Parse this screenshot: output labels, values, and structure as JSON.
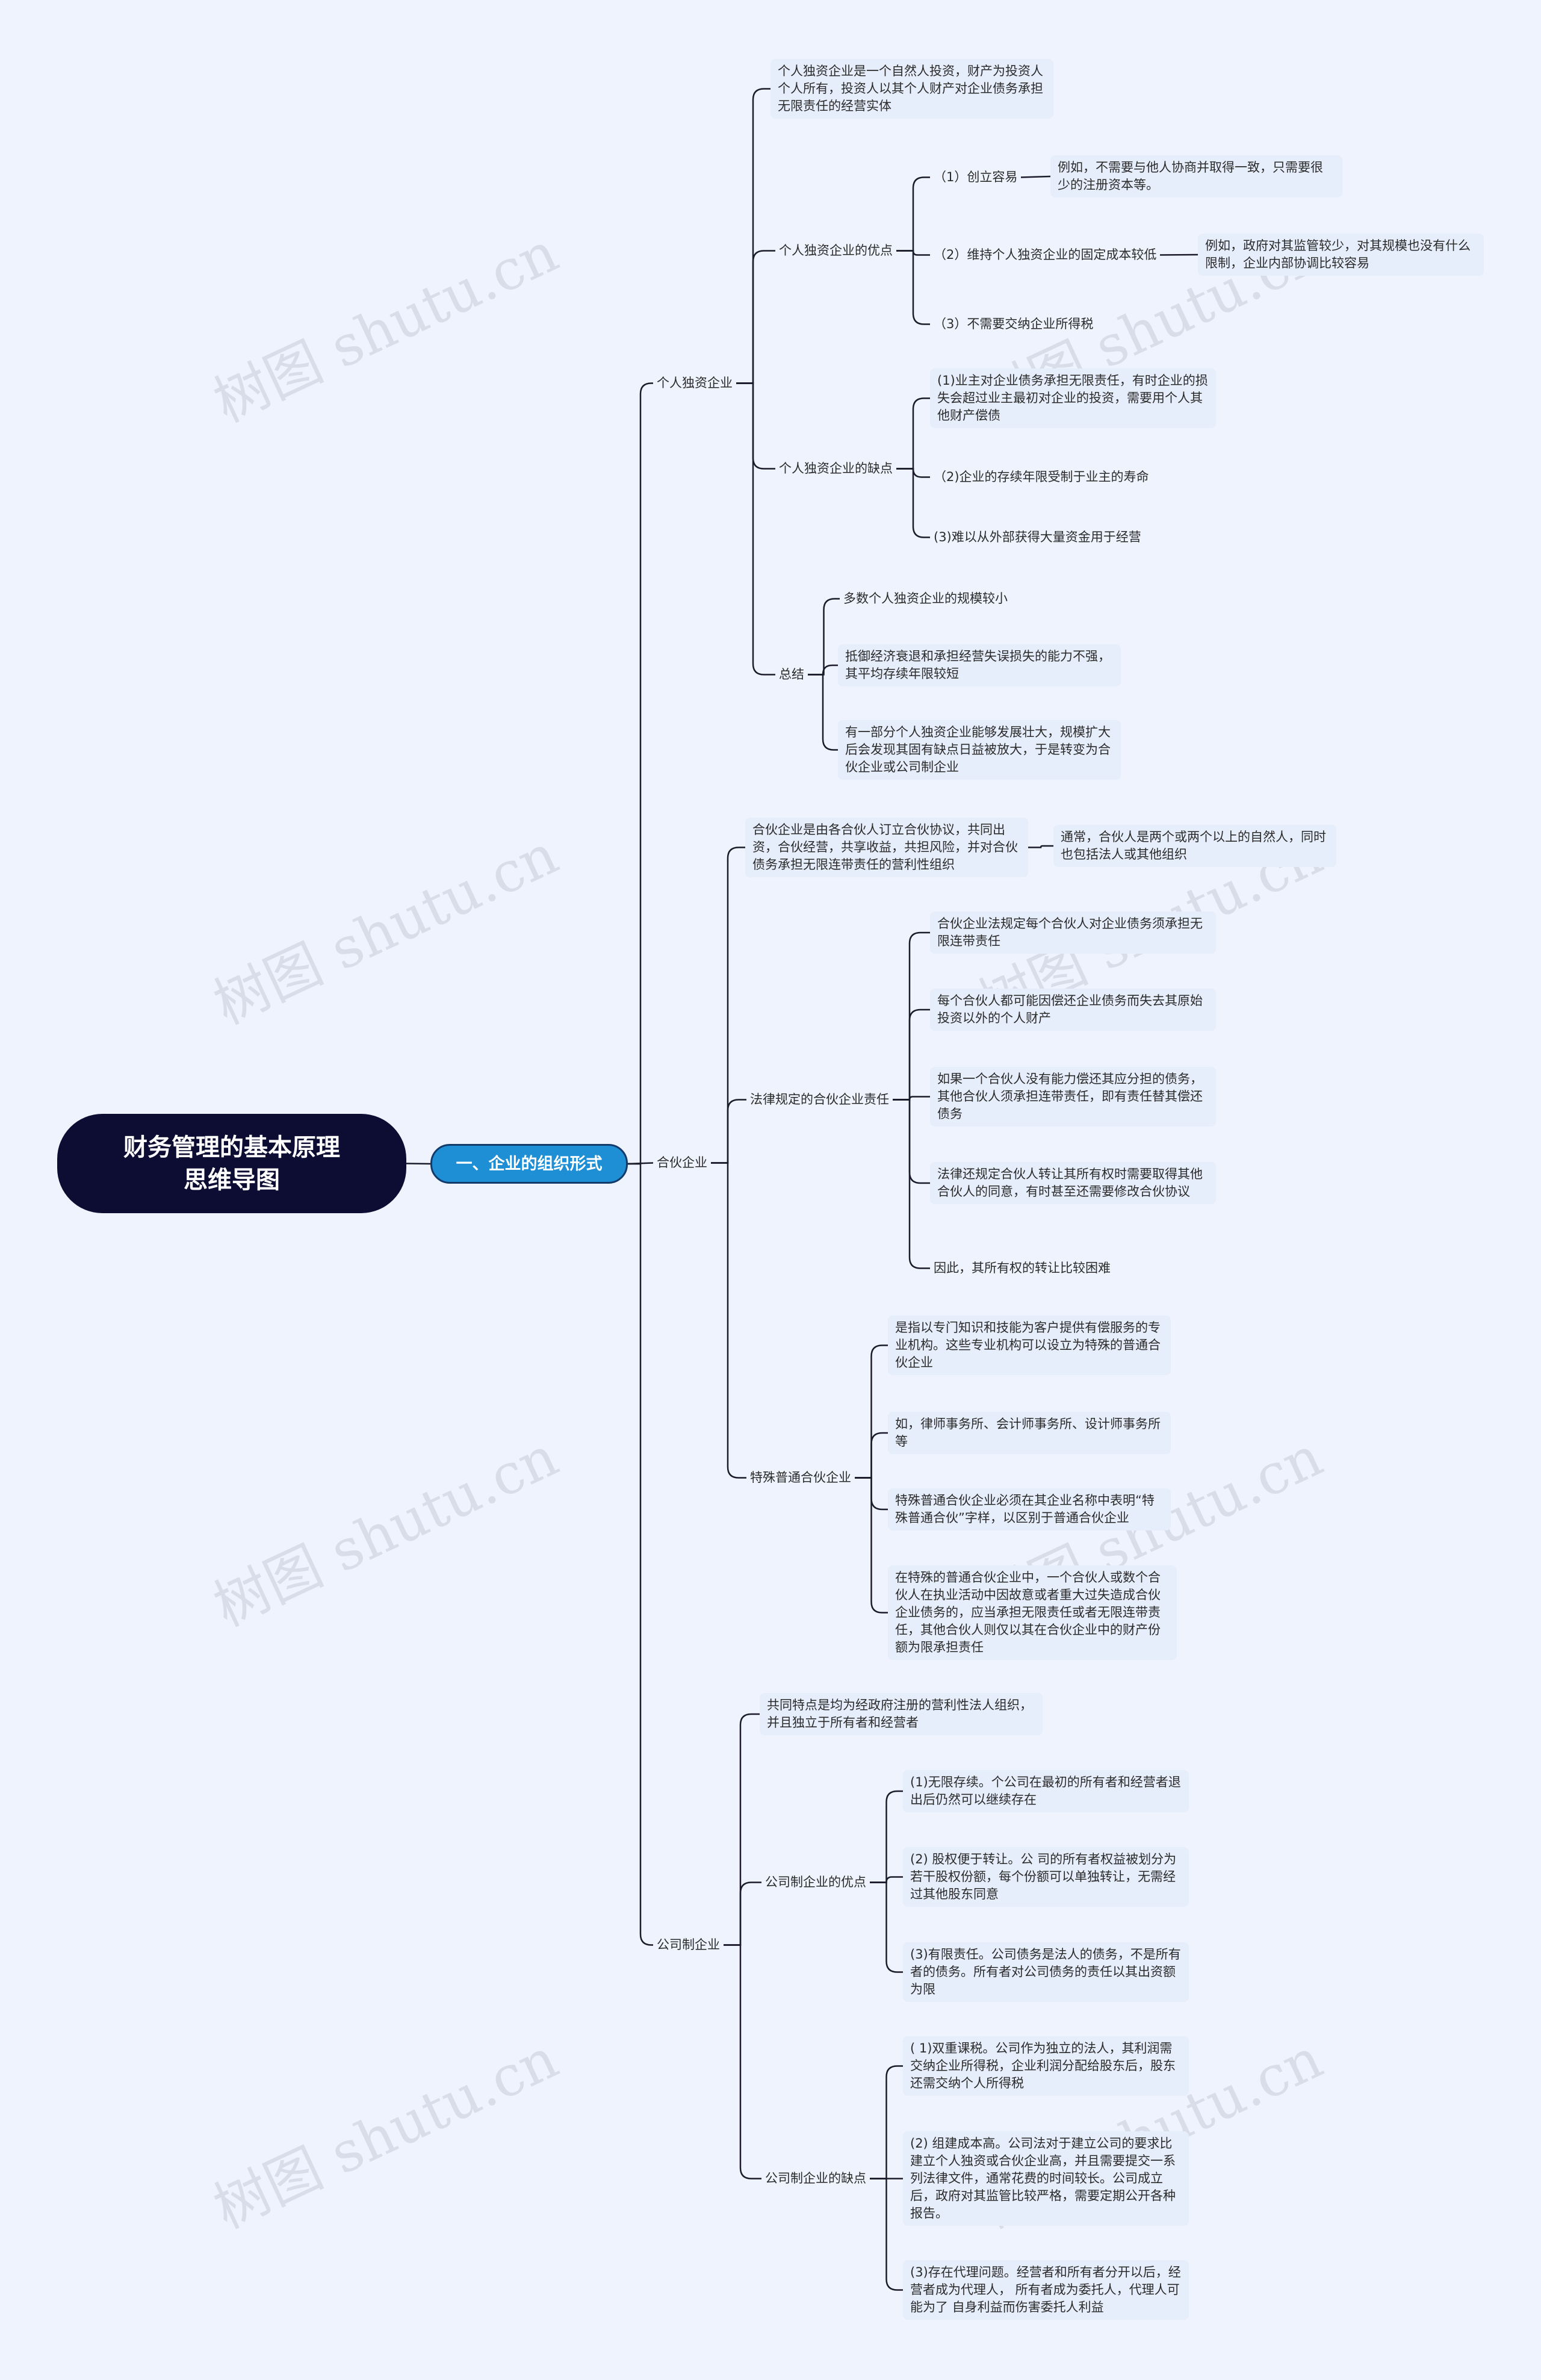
{
  "root": "财务管理的基本原理思维导图",
  "main": "一、企业的组织形式",
  "watermark": "树图 shutu.cn",
  "g1": {
    "label": "个人独资企业",
    "def": "个人独资企业是一个自然人投资，财产为投资人个人所有，投资人以其个人财产对企业债务承担无限责任的经营实体",
    "adv": {
      "label": "个人独资企业的优点",
      "a1": "（1）创立容易",
      "a1d": "例如，不需要与他人协商并取得一致，只需要很少的注册资本等。",
      "a2": "（2）维持个人独资企业的固定成本较低",
      "a2d": "例如，政府对其监管较少，对其规模也没有什么限制，企业内部协调比较容易",
      "a3": "（3）不需要交纳企业所得税"
    },
    "dis": {
      "label": "个人独资企业的缺点",
      "d1": "(1)业主对企业债务承担无限责任，有时企业的损失会超过业主最初对企业的投资，需要用个人其他财产偿债",
      "d2": "（2)企业的存续年限受制于业主的寿命",
      "d3": "(3)难以从外部获得大量资金用于经营"
    },
    "sum": {
      "label": "总结",
      "s1": "多数个人独资企业的规模较小",
      "s2": "抵御经济衰退和承担经营失误损失的能力不强，其平均存续年限较短",
      "s3": "有一部分个人独资企业能够发展壮大，规模扩大后会发现其固有缺点日益被放大，于是转变为合伙企业或公司制企业"
    }
  },
  "g2": {
    "label": "合伙企业",
    "def": "合伙企业是由各合伙人订立合伙协议，共同出资，合伙经营，共享收益，共担风险，并对合伙债务承担无限连带责任的营利性组织",
    "def_d": "通常，合伙人是两个或两个以上的自然人，同时也包括法人或其他组织",
    "legal": {
      "label": "法律规定的合伙企业责任",
      "l1": "合伙企业法规定每个合伙人对企业债务须承担无限连带责任",
      "l2": "每个合伙人都可能因偿还企业债务而失去其原始投资以外的个人财产",
      "l3": "如果一个合伙人没有能力偿还其应分担的债务，其他合伙人须承担连带责任，即有责任替其偿还债务",
      "l4": "法律还规定合伙人转让其所有权时需要取得其他合伙人的同意，有时甚至还需要修改合伙协议",
      "l5": "因此，其所有权的转让比较困难"
    },
    "special": {
      "label": "特殊普通合伙企业",
      "p1": "是指以专门知识和技能为客户提供有偿服务的专业机构。这些专业机构可以设立为特殊的普通合伙企业",
      "p2": "如，律师事务所、会计师事务所、设计师事务所等",
      "p3": "特殊普通合伙企业必须在其企业名称中表明“特殊普通合伙”字样，以区别于普通合伙企业",
      "p4": "在特殊的普通合伙企业中，一个合伙人或数个合伙人在执业活动中因故意或者重大过失造成合伙企业债务的，应当承担无限责任或者无限连带责任，其他合伙人则仅以其在合伙企业中的财产份额为限承担责任"
    }
  },
  "g3": {
    "label": "公司制企业",
    "def": "共同特点是均为经政府注册的营利性法人组织，并且独立于所有者和经营者",
    "adv": {
      "label": "公司制企业的优点",
      "a1": "(1)无限存续。个公司在最初的所有者和经营者退出后仍然可以继续存在",
      "a2": "(2) 股权便于转让。公 司的所有者权益被划分为若干股权份额，每个份额可以单独转让，无需经过其他股东同意",
      "a3": "(3)有限责任。公司债务是法人的债务，不是所有者的债务。所有者对公司债务的责任以其出资额为限"
    },
    "dis": {
      "label": "公司制企业的缺点",
      "d1": "( 1)双重课税。公司作为独立的法人，其利润需交纳企业所得税，企业利润分配给股东后，股东还需交纳个人所得税",
      "d2": "(2) 组建成本高。公司法对于建立公司的要求比建立个人独资或合伙企业高，并且需要提交一系列法律文件，通常花费的时间较长。公司成立后，政府对其监管比较严格，需要定期公开各种报告。",
      "d3": "(3)存在代理问题。经营者和所有者分开以后，经营者成为代理人， 所有者成为委托人，代理人可能为了 自身利益而伤害委托人利益"
    }
  }
}
